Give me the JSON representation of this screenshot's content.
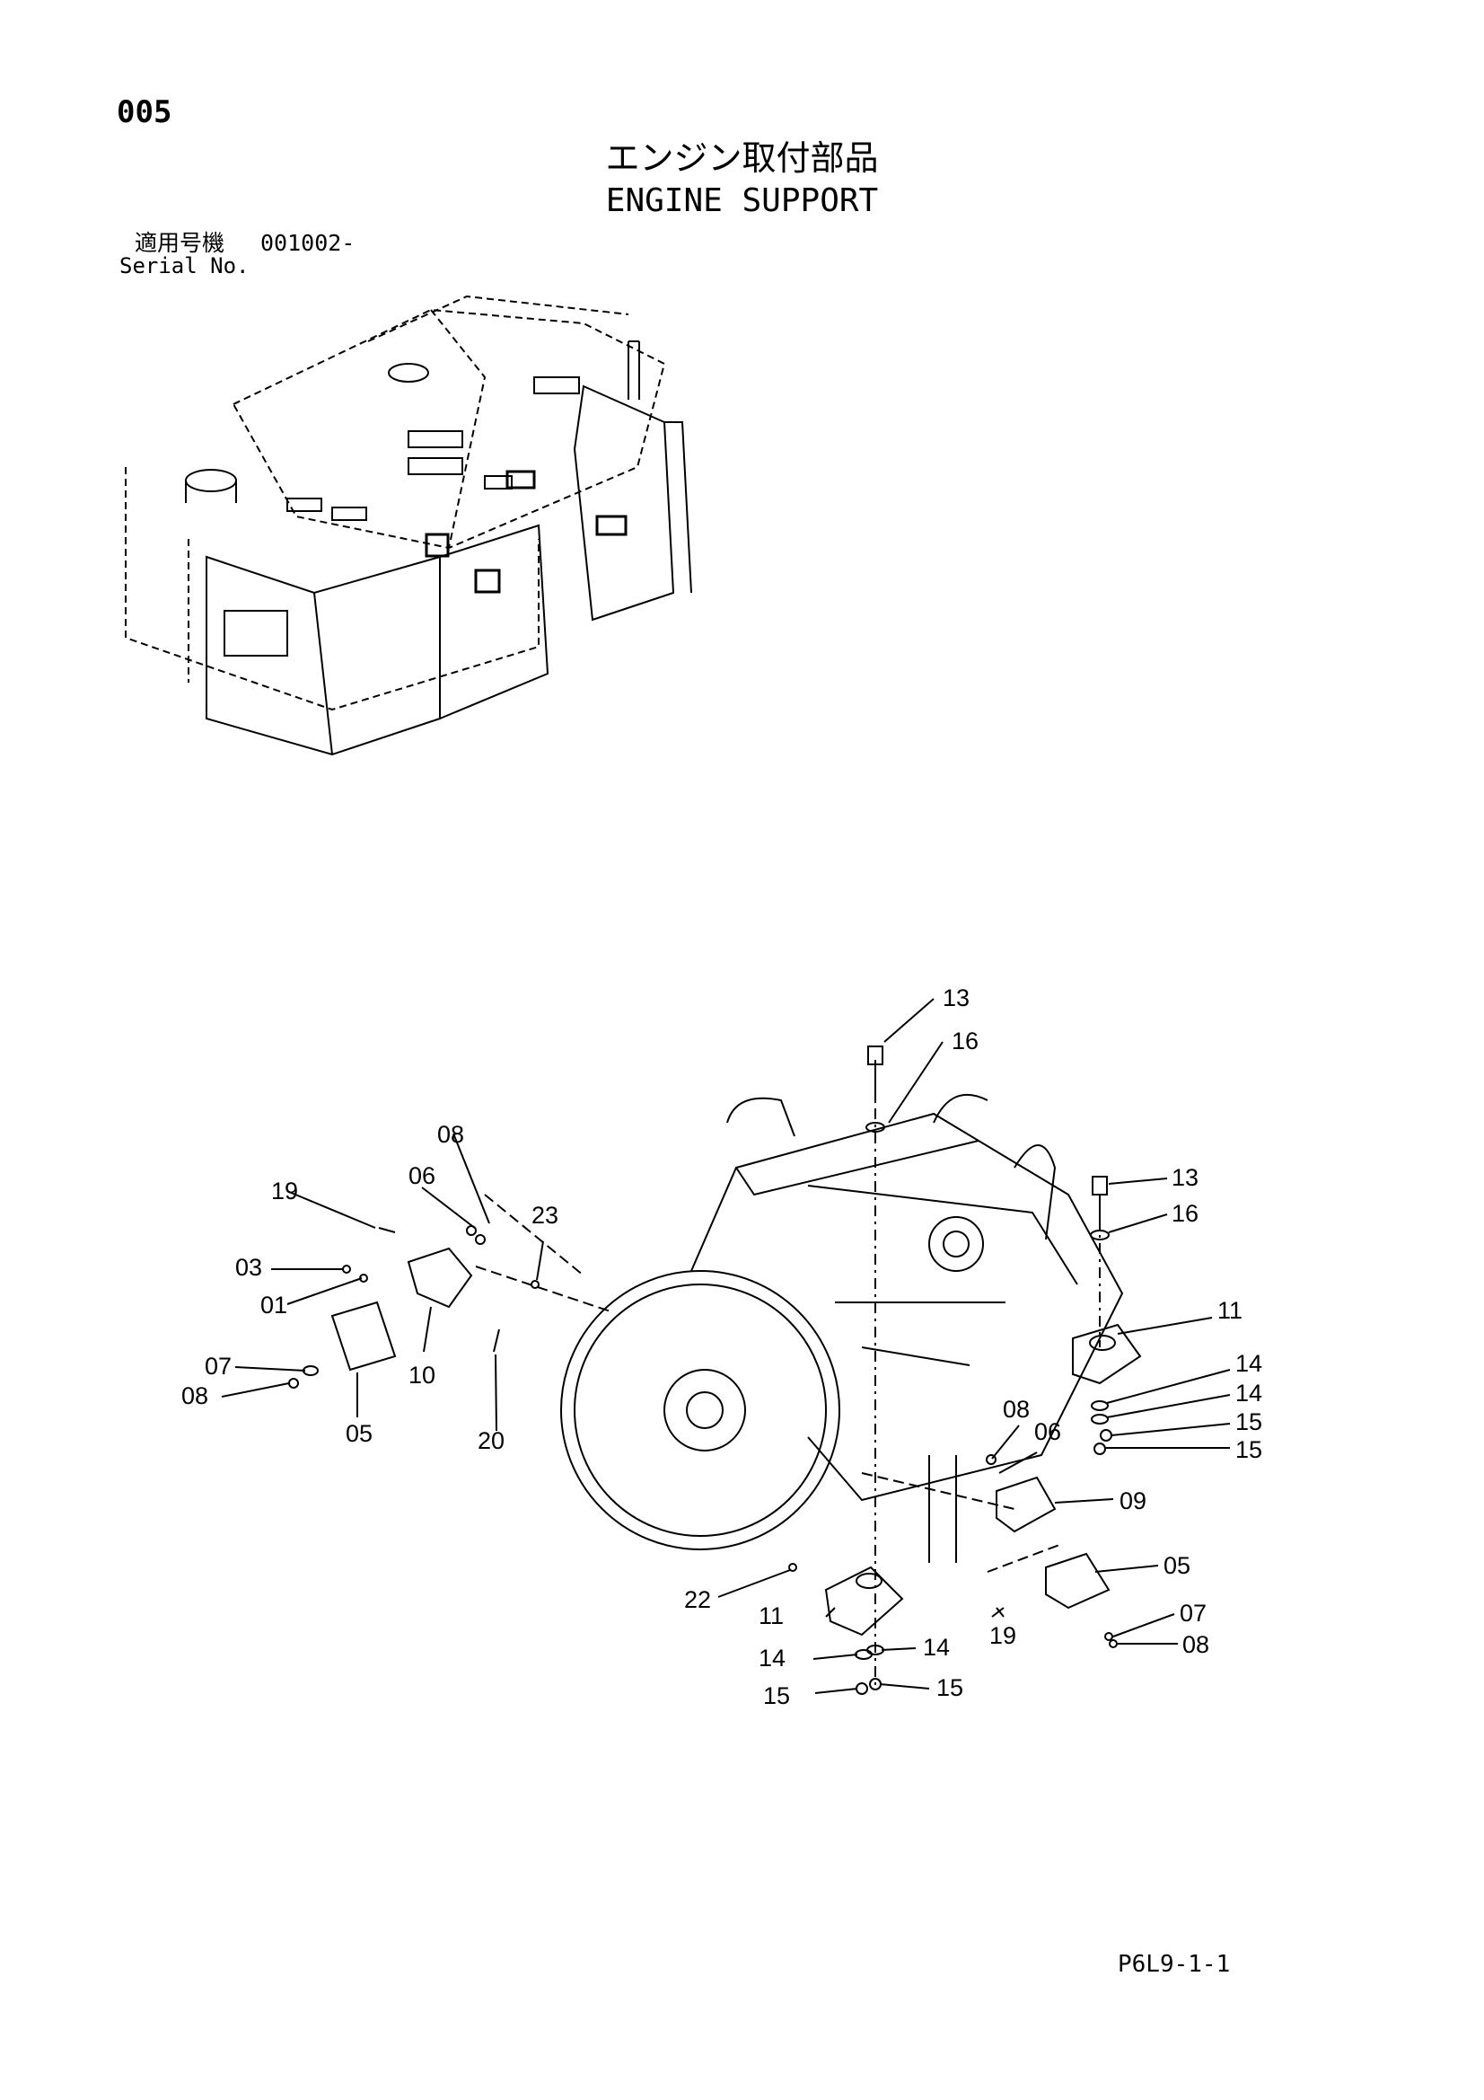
{
  "header": {
    "page_number": "005",
    "title_jp": "エンジン取付部品",
    "title_en": "ENGINE SUPPORT",
    "serial_label_jp": "適用号機",
    "serial_value": "001002-",
    "serial_label_en": "Serial No."
  },
  "footer": {
    "code": "P6L9-1-1"
  },
  "callouts": [
    "13",
    "16",
    "13",
    "16",
    "08",
    "06",
    "19",
    "23",
    "03",
    "01",
    "07",
    "08",
    "10",
    "05",
    "20",
    "11",
    "14",
    "14",
    "15",
    "15",
    "08",
    "06",
    "09",
    "05",
    "07",
    "08",
    "19",
    "22",
    "11",
    "14",
    "14",
    "15",
    "15"
  ]
}
